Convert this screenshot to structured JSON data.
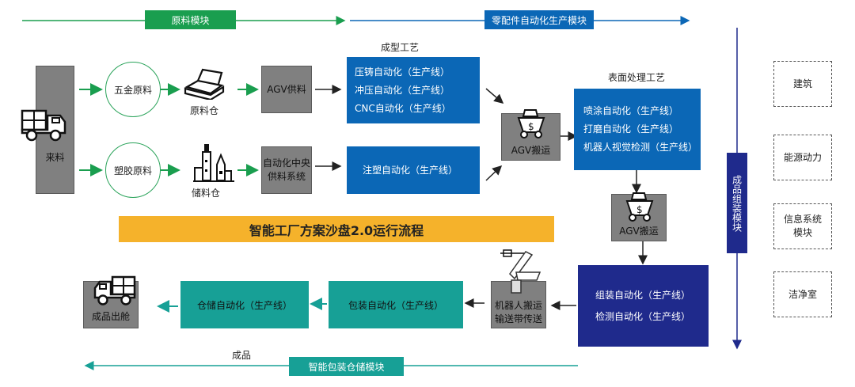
{
  "title": "智能工厂方案沙盘2.0运行流程",
  "modules": {
    "raw": "原料模块",
    "parts": "零配件自动化生产模块",
    "assembly": "成品组装模块",
    "packaging": "智能包装仓储模块"
  },
  "incoming": "来料",
  "raw_materials": {
    "metal": "五金原料",
    "plastic": "塑胶原料"
  },
  "warehouses": {
    "raw": "原料仓",
    "storage": "储料仓"
  },
  "feed": {
    "agv": "AGV供料",
    "central_line1": "自动化中央",
    "central_line2": "供料系统"
  },
  "forming": {
    "title": "成型工艺",
    "lines": [
      "压铸自动化（生产线）",
      "冲压自动化（生产线）",
      "CNC自动化（生产线）"
    ],
    "injection": "注塑自动化（生产线）"
  },
  "agv_transport": "AGV搬运",
  "surface": {
    "title": "表面处理工艺",
    "lines": [
      "喷涂自动化（生产线）",
      "打磨自动化（生产线）",
      "机器人视觉检测（生产线）"
    ]
  },
  "assembly_box": [
    "组装自动化（生产线）",
    "检测自动化（生产线）"
  ],
  "robot": {
    "line1": "机器人搬运",
    "line2": "输送带传送"
  },
  "packaging_line": "包装自动化（生产线）",
  "storage_line": "仓储自动化（生产线）",
  "outbound": "成品出舱",
  "finished": "成品",
  "side": {
    "building": "建筑",
    "energy": "能源动力",
    "info_line1": "信息系统",
    "info_line2": "模块",
    "clean": "洁净室"
  },
  "colors": {
    "green": "#1a9e4f",
    "blue": "#0b67b6",
    "navy": "#1f2a8c",
    "teal": "#17a096",
    "orange": "#f5b22b",
    "gray": "#808080"
  }
}
